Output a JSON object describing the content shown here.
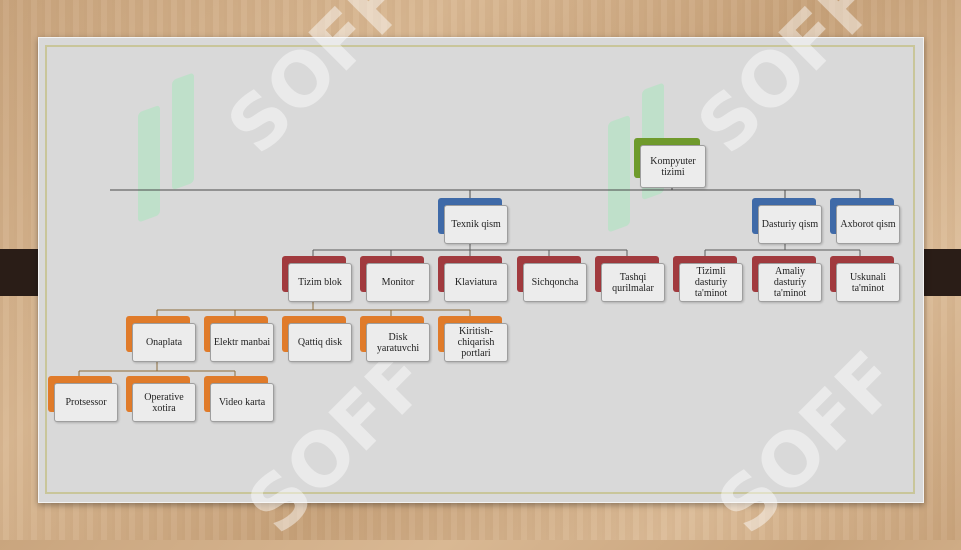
{
  "diagram": {
    "root": {
      "label": "Kompyuter tizimi"
    },
    "level1": [
      {
        "id": "texnik",
        "label": "Texnik qism"
      },
      {
        "id": "dasturiy",
        "label": "Dasturiy qism"
      },
      {
        "id": "axborot",
        "label": "Axborot qism"
      }
    ],
    "texnik_children": [
      {
        "id": "tizim-blok",
        "label": "Tizim blok"
      },
      {
        "id": "monitor",
        "label": "Monitor"
      },
      {
        "id": "klaviatura",
        "label": "Klaviatura"
      },
      {
        "id": "sichqoncha",
        "label": "Sichqoncha"
      },
      {
        "id": "tashqi",
        "label": "Tashqi qurilmalar"
      }
    ],
    "dasturiy_children": [
      {
        "id": "tizimli",
        "label": "Tizimli dasturiy ta'minot"
      },
      {
        "id": "amaliy",
        "label": "Amaliy dasturiy ta'minot"
      },
      {
        "id": "uskunali",
        "label": "Uskunali ta'minot"
      }
    ],
    "tizim_blok_children": [
      {
        "id": "onaplata",
        "label": "Onaplata"
      },
      {
        "id": "elektr",
        "label": "Elektr manbai"
      },
      {
        "id": "qattiq",
        "label": "Qattiq disk"
      },
      {
        "id": "disk-yar",
        "label": "Disk yaratuvchi"
      },
      {
        "id": "kiritish",
        "label": "Kiritish-chiqarish portlari"
      }
    ],
    "onaplata_children": [
      {
        "id": "protsessor",
        "label": "Protsessor"
      },
      {
        "id": "operativ",
        "label": "Operative xotira"
      },
      {
        "id": "video",
        "label": "Video karta"
      }
    ]
  },
  "watermark": {
    "text": "SOFF"
  },
  "colors": {
    "root": "#6f9a2c",
    "level1": "#3f6aa8",
    "level2": "#a13a3e",
    "level3": "#e07b2a",
    "box_fill": "#ececec",
    "slide": "#d9d9d9"
  }
}
